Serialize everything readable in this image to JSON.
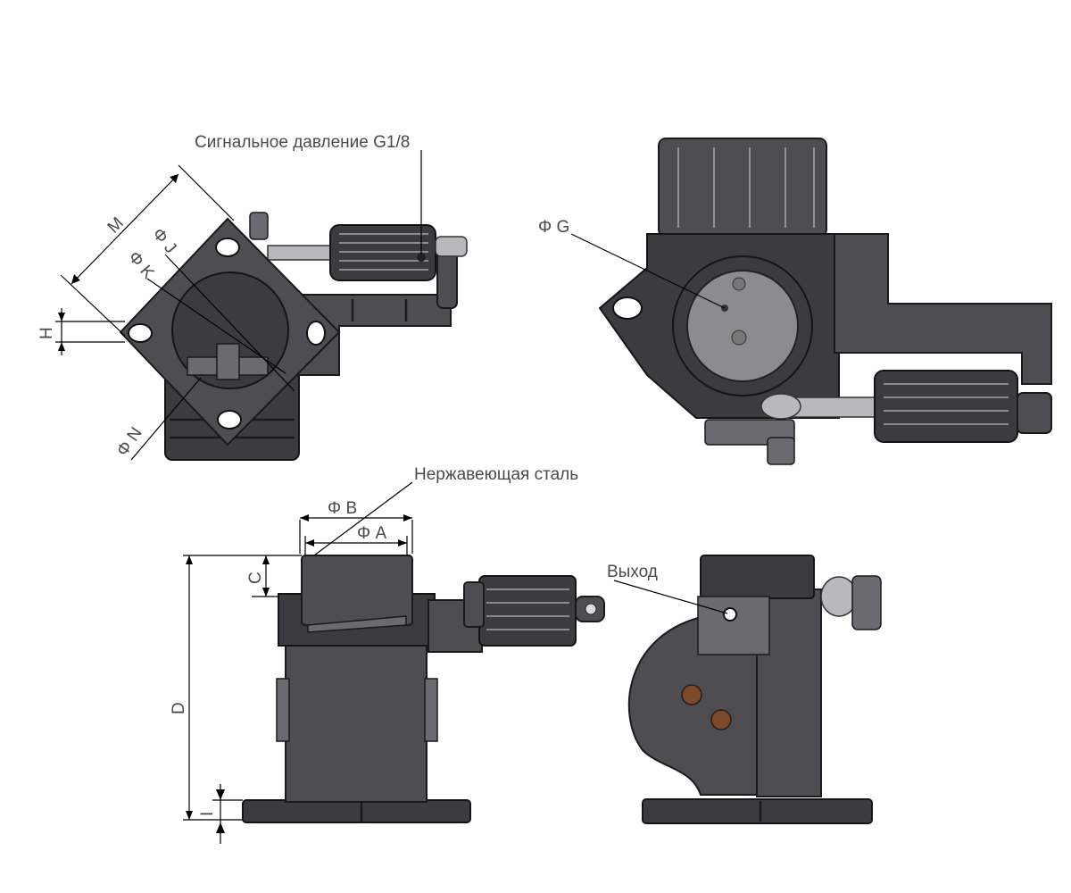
{
  "labels": {
    "signal_pressure": "Сигнальное давление G1/8",
    "stainless_steel": "Нержавеющая сталь",
    "outlet": "Выход",
    "dim_m": "M",
    "dim_phi_j": "Φ J",
    "dim_phi_k": "Φ K",
    "dim_h": "H",
    "dim_phi_n": "Φ N",
    "dim_phi_g": "Φ G",
    "dim_phi_b": "Φ B",
    "dim_phi_a": "Φ A",
    "dim_c": "C",
    "dim_d": "D",
    "dim_i": "I"
  }
}
